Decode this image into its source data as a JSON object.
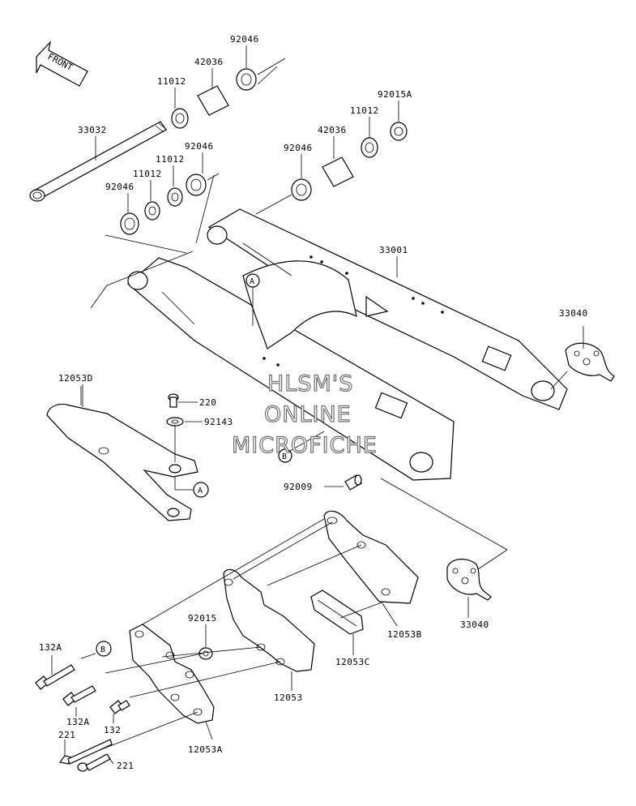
{
  "front_label": "FRONT",
  "watermark": {
    "line1": "HLSM'S",
    "line2": "ONLINE",
    "line3": "MICROFICHE"
  },
  "callouts": {
    "a_top": "A",
    "a_bottom": "A",
    "b_top": "B",
    "b_bottom": "B"
  },
  "parts": [
    "92046",
    "42036",
    "11012",
    "33032",
    "92046",
    "11012",
    "92046",
    "92015A",
    "11012",
    "42036",
    "92046",
    "33001",
    "33040",
    "12053D",
    "220",
    "92143",
    "92009",
    "33040",
    "92015",
    "12053B",
    "12053C",
    "132A",
    "12053",
    "132A",
    "132",
    "221",
    "221",
    "12053A"
  ]
}
